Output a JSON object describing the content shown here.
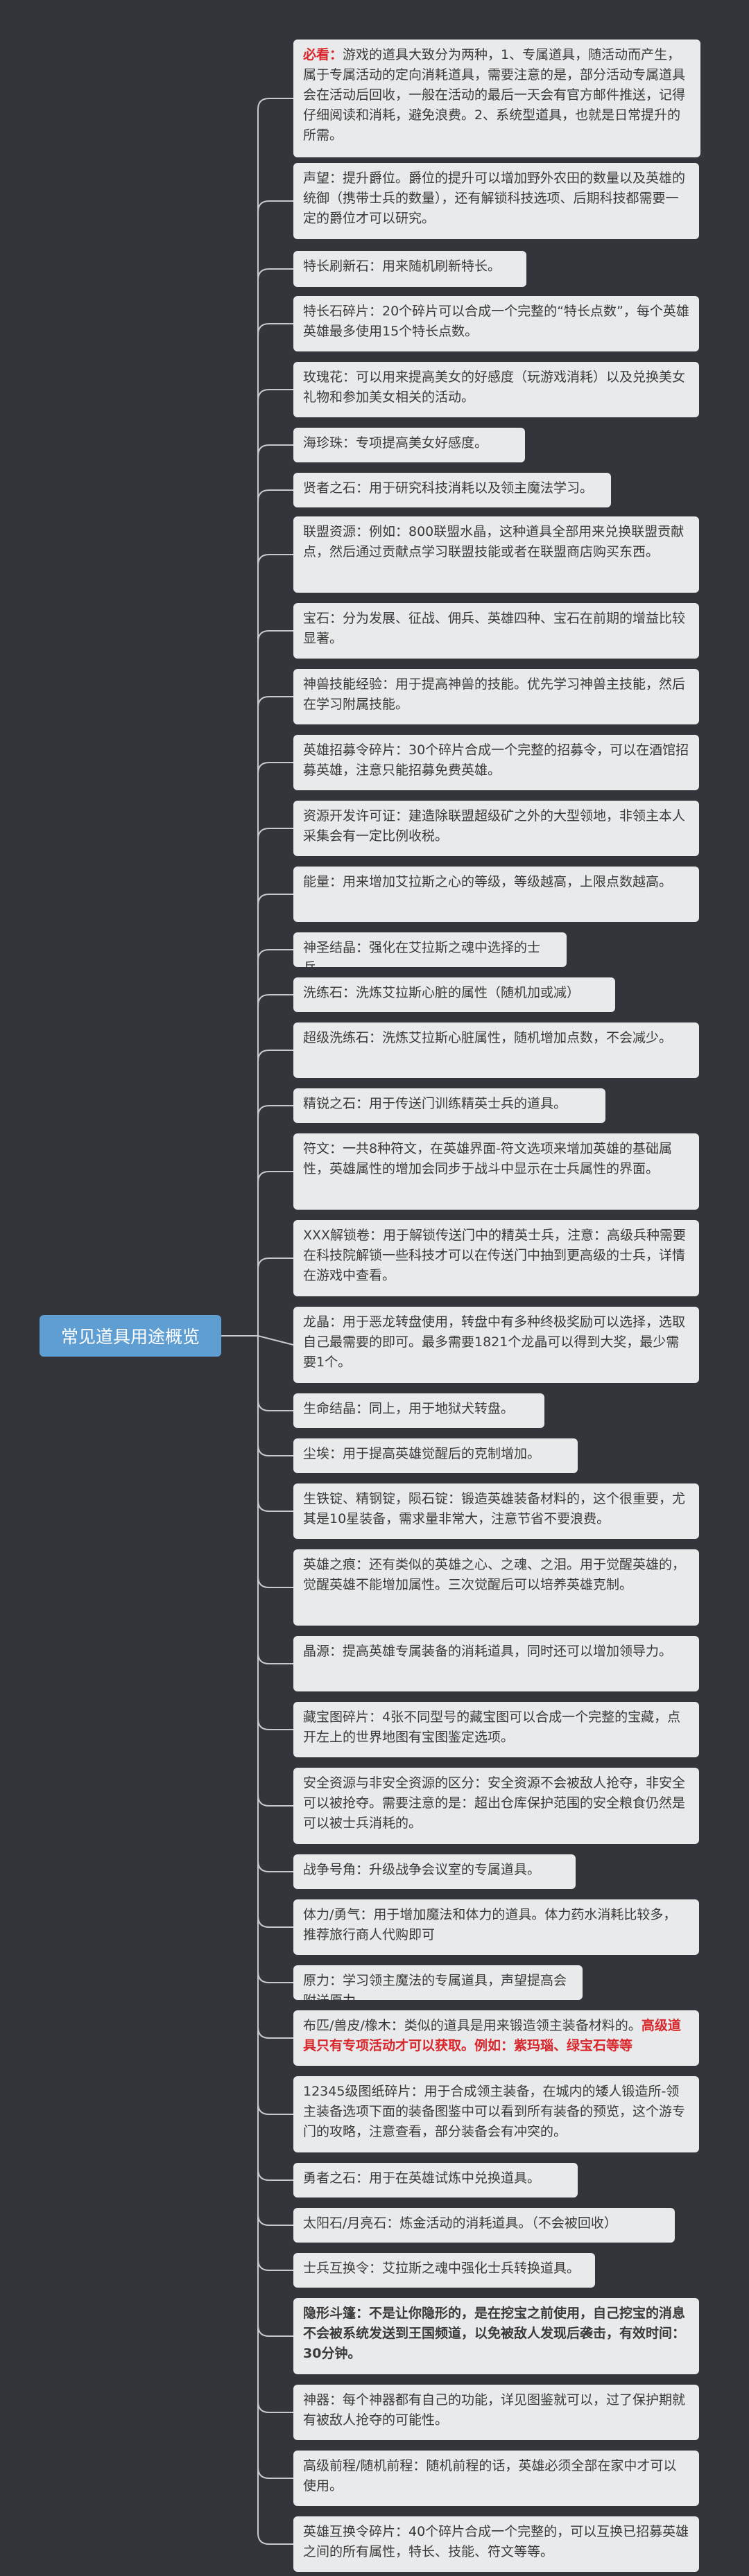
{
  "root": {
    "label": "常见道具用途概览"
  },
  "colors": {
    "background": "#33353b",
    "root": "#5f9ed2",
    "node": "#e9eaec",
    "connector": "#c7c9ce",
    "emphasis": "#d8262b"
  },
  "nodes": [
    {
      "segments": [
        {
          "text": "必看：",
          "style": "red"
        },
        {
          "text": "游戏的道具大致分为两种，1、专属道具，随活动而产生，属于专属活动的定向消耗道具，需要注意的是，部分活动专属道具会在活动后回收，一般在活动的最后一天会有官方邮件推送，记得仔细阅读和消耗，避免浪费。2、系统型道具，也就是日常提升的所需。"
        }
      ]
    },
    {
      "segments": [
        {
          "text": "声望：提升爵位。爵位的提升可以增加野外农田的数量以及英雄的统御（携带士兵的数量），还有解锁科技选项、后期科技都需要一定的爵位才可以研究。"
        }
      ]
    },
    {
      "segments": [
        {
          "text": "特长刷新石：用来随机刷新特长。"
        }
      ]
    },
    {
      "segments": [
        {
          "text": "特长石碎片：20个碎片可以合成一个完整的“特长点数”，每个英雄英雄最多使用15个特长点数。"
        }
      ]
    },
    {
      "segments": [
        {
          "text": "玫瑰花：可以用来提高美女的好感度（玩游戏消耗）以及兑换美女礼物和参加美女相关的活动。"
        }
      ]
    },
    {
      "segments": [
        {
          "text": "海珍珠：专项提高美女好感度。"
        }
      ]
    },
    {
      "segments": [
        {
          "text": "贤者之石：用于研究科技消耗以及领主魔法学习。"
        }
      ]
    },
    {
      "segments": [
        {
          "text": "联盟资源：例如：800联盟水晶，这种道具全部用来兑换联盟贡献点，然后通过贡献点学习联盟技能或者在联盟商店购买东西。"
        }
      ]
    },
    {
      "segments": [
        {
          "text": "宝石：分为发展、征战、佣兵、英雄四种、宝石在前期的增益比较显著。"
        }
      ]
    },
    {
      "segments": [
        {
          "text": "神兽技能经验：用于提高神兽的技能。优先学习神兽主技能，然后在学习附属技能。"
        }
      ]
    },
    {
      "segments": [
        {
          "text": "英雄招募令碎片：30个碎片合成一个完整的招募令，可以在酒馆招募英雄，注意只能招募免费英雄。"
        }
      ]
    },
    {
      "segments": [
        {
          "text": "资源开发许可证：建造除联盟超级矿之外的大型领地，非领主本人采集会有一定比例收税。"
        }
      ]
    },
    {
      "segments": [
        {
          "text": "能量：用来增加艾拉斯之心的等级，等级越高，上限点数越高。"
        }
      ]
    },
    {
      "segments": [
        {
          "text": "神圣结晶：强化在艾拉斯之魂中选择的士兵。"
        }
      ]
    },
    {
      "segments": [
        {
          "text": "洗练石：洗炼艾拉斯心脏的属性（随机加或减）"
        }
      ]
    },
    {
      "segments": [
        {
          "text": "超级洗练石：洗炼艾拉斯心脏属性，随机增加点数，不会减少。"
        }
      ]
    },
    {
      "segments": [
        {
          "text": "精锐之石：用于传送门训练精英士兵的道具。"
        }
      ]
    },
    {
      "segments": [
        {
          "text": "符文：一共8种符文，在英雄界面-符文选项来增加英雄的基础属性，英雄属性的增加会同步于战斗中显示在士兵属性的界面。"
        }
      ]
    },
    {
      "segments": [
        {
          "text": "XXX解锁卷：用于解锁传送门中的精英士兵，注意：高级兵种需要在科技院解锁一些科技才可以在传送门中抽到更高级的士兵，详情在游戏中查看。"
        }
      ]
    },
    {
      "segments": [
        {
          "text": "龙晶：用于恶龙转盘使用，转盘中有多种终极奖励可以选择，选取自己最需要的即可。最多需要1821个龙晶可以得到大奖，最少需要1个。"
        }
      ]
    },
    {
      "segments": [
        {
          "text": "生命结晶：同上，用于地狱犬转盘。"
        }
      ]
    },
    {
      "segments": [
        {
          "text": "尘埃：用于提高英雄觉醒后的克制增加。"
        }
      ]
    },
    {
      "segments": [
        {
          "text": "生铁锭、精钢锭，陨石锭：锻造英雄装备材料的，这个很重要，尤其是10星装备，需求量非常大，注意节省不要浪费。"
        }
      ]
    },
    {
      "segments": [
        {
          "text": "英雄之痕：还有类似的英雄之心、之魂、之泪。用于觉醒英雄的，觉醒英雄不能增加属性。三次觉醒后可以培养英雄克制。"
        }
      ]
    },
    {
      "segments": [
        {
          "text": "晶源：提高英雄专属装备的消耗道具，同时还可以增加领导力。"
        }
      ]
    },
    {
      "segments": [
        {
          "text": "藏宝图碎片：4张不同型号的藏宝图可以合成一个完整的宝藏，点开左上的世界地图有宝图鉴定选项。"
        }
      ]
    },
    {
      "segments": [
        {
          "text": "安全资源与非安全资源的区分：安全资源不会被敌人抢夺，非安全可以被抢夺。需要注意的是：超出仓库保护范围的安全粮食仍然是可以被士兵消耗的。"
        }
      ]
    },
    {
      "segments": [
        {
          "text": "战争号角：升级战争会议室的专属道具。"
        }
      ]
    },
    {
      "segments": [
        {
          "text": "体力/勇气：用于增加魔法和体力的道具。体力药水消耗比较多，推荐旅行商人代购即可"
        }
      ]
    },
    {
      "segments": [
        {
          "text": "原力：学习领主魔法的专属道具，声望提高会附送原力。"
        }
      ]
    },
    {
      "segments": [
        {
          "text": "布匹/兽皮/橡木：类似的道具是用来锻造领主装备材料的。"
        },
        {
          "text": "高级道具只有专项活动才可以获取。例如：紫玛瑙、绿宝石等等",
          "style": "red"
        }
      ]
    },
    {
      "segments": [
        {
          "text": "12345级图纸碎片：用于合成领主装备，在城内的矮人锻造所-领主装备选项下面的装备图鉴中可以看到所有装备的预览，这个游专门的攻略，注意查看，部分装备会有冲突的。"
        }
      ]
    },
    {
      "segments": [
        {
          "text": "勇者之石：用于在英雄试炼中兑换道具。"
        }
      ]
    },
    {
      "segments": [
        {
          "text": "太阳石/月亮石：炼金活动的消耗道具。（不会被回收）"
        }
      ]
    },
    {
      "segments": [
        {
          "text": "士兵互换令：艾拉斯之魂中强化士兵转换道具。"
        }
      ]
    },
    {
      "segments": [
        {
          "text": "隐形斗篷：不是让你隐形的，是在挖宝之前使用，自己挖宝的消息不会被系统发送到王国频道，以免被敌人发现后袭击，有效时间：30分钟。",
          "style": "bold"
        }
      ]
    },
    {
      "segments": [
        {
          "text": "神器：每个神器都有自己的功能，详见图鉴就可以，过了保护期就有被敌人抢夺的可能性。"
        }
      ]
    },
    {
      "segments": [
        {
          "text": "高级前程/随机前程：随机前程的话，英雄必须全部在家中才可以使用。"
        }
      ]
    },
    {
      "segments": [
        {
          "text": "英雄互换令碎片：40个碎片合成一个完整的，可以互换已招募英雄之间的所有属性，特长、技能、符文等等。"
        }
      ]
    }
  ]
}
